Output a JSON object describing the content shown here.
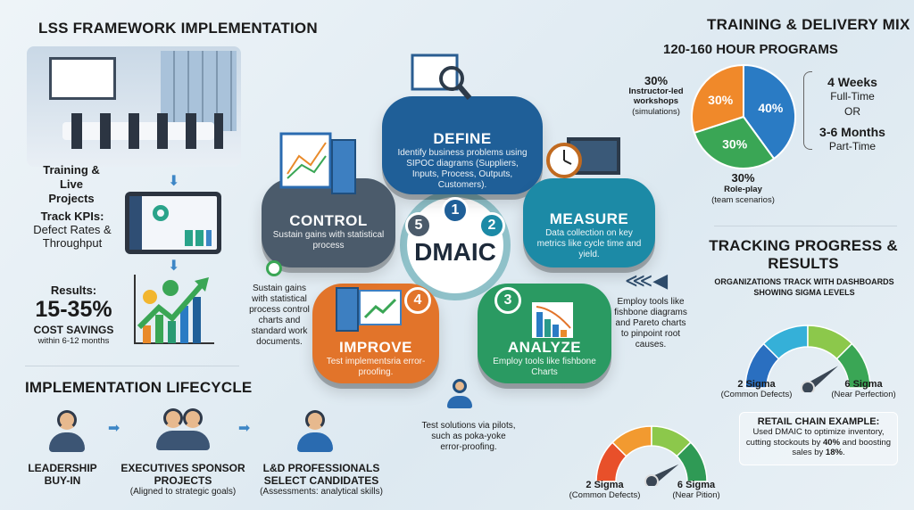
{
  "left": {
    "title": "LSS FRAMEWORK IMPLEMENTATION",
    "training_label": "Training & Live Projects",
    "kpi_title": "Track KPIs:",
    "kpi_text": "Defect Rates & Throughput",
    "results_title": "Results:",
    "results_value": "15-35%",
    "results_label": "COST SAVINGS",
    "results_period": "within 6-12 months"
  },
  "lifecycle": {
    "title": "IMPLEMENTATION LIFECYCLE",
    "steps": [
      {
        "title": "LEADERSHIP BUY-IN",
        "sub": ""
      },
      {
        "title": "EXECUTIVES SPONSOR PROJECTS",
        "sub": "(Aligned to strategic goals)"
      },
      {
        "title": "L&D PROFESSIONALS SELECT CANDIDATES",
        "sub": "(Assessments: analytical skills)"
      }
    ]
  },
  "dmaic": {
    "center": "DMAIC",
    "phases": [
      {
        "num": "1",
        "title": "DEFINE",
        "desc": "Identify business problems using SIPOC diagrams (Suppliers, Inputs, Process, Outputs, Customers).",
        "color": "#1f5f98"
      },
      {
        "num": "2",
        "title": "MEASURE",
        "desc": "Data collection on key metrics like cycle time and yield.",
        "color": "#1c8aa6"
      },
      {
        "num": "3",
        "title": "ANALYZE",
        "desc": "Employ tools like fishbone Charts",
        "color": "#2a9a62"
      },
      {
        "num": "4",
        "title": "IMPROVE",
        "desc": "Test implementsria error-proofing.",
        "color": "#e2742a"
      },
      {
        "num": "5",
        "title": "CONTROL",
        "desc": "Sustain gains with statistical process",
        "color": "#4b5b6b"
      }
    ],
    "notes": {
      "control": "Sustain gains with statistical process control charts and standard work documents.",
      "analyze": "Employ tools like fishbone diagrams and Pareto charts to pinpoint root causes.",
      "improve": "Test solutions via pilots, such as poka-yoke error-proofing."
    }
  },
  "delivery": {
    "title": "TRAINING & DELIVERY MIX",
    "subtitle": "120-160 HOUR PROGRAMS",
    "slices": [
      {
        "value": 40,
        "label": "40%",
        "color": "#2a7bc4"
      },
      {
        "value": 30,
        "label": "30%",
        "color": "#3aa655"
      },
      {
        "value": 30,
        "label": "30%",
        "color": "#f0892a"
      }
    ],
    "instructor_pct": "30%",
    "instructor_label": "Instructor-led workshops",
    "instructor_sub": "(simulations)",
    "roleplay_pct": "30%",
    "roleplay_label": "Role-play",
    "roleplay_sub": "(team scenarios)",
    "option1": "4 Weeks",
    "option1_sub": "Full-Time",
    "or": "OR",
    "option2": "3-6 Months",
    "option2_sub": "Part-Time"
  },
  "tracking": {
    "title": "TRACKING PROGRESS & RESULTS",
    "subtitle": "ORGANIZATIONS TRACK WITH DASHBOARDS SHOWING SIGMA LEVELS",
    "gauge1": {
      "min_label": "2 Sigma",
      "min_sub": "(Common Defects)",
      "max_label": "6 Sigma",
      "max_sub": "(Near Perfection)",
      "level": 0.8
    },
    "gauge2": {
      "min_label": "2 Sigma",
      "min_sub": "(Common Defects)",
      "max_label": "6 Sigma",
      "max_sub": "(Near Pition)",
      "level": 0.82
    },
    "example_title": "RETAIL CHAIN EXAMPLE:",
    "example_text1": "Used DMAIC to optimize inventory, cutting stockouts by ",
    "example_pct1": "40%",
    "example_text2": " and boosting sales by ",
    "example_pct2": "18%",
    "example_end": "."
  }
}
